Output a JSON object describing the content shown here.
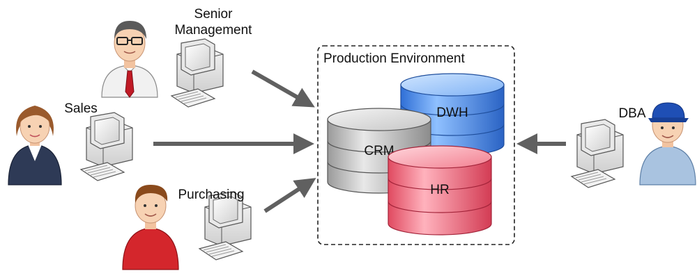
{
  "diagram": {
    "environment_label": "Production Environment",
    "databases": [
      {
        "id": "dwh",
        "label": "DWH",
        "color": "#3f86e8"
      },
      {
        "id": "crm",
        "label": "CRM",
        "color": "#b8b8b8"
      },
      {
        "id": "hr",
        "label": "HR",
        "color": "#ef6b7e"
      }
    ],
    "actors": [
      {
        "id": "senior-management",
        "label_line1": "Senior",
        "label_line2": "Management"
      },
      {
        "id": "sales",
        "label": "Sales"
      },
      {
        "id": "purchasing",
        "label": "Purchasing"
      },
      {
        "id": "dba",
        "label": "DBA"
      }
    ],
    "arrow_color": "#606060"
  }
}
